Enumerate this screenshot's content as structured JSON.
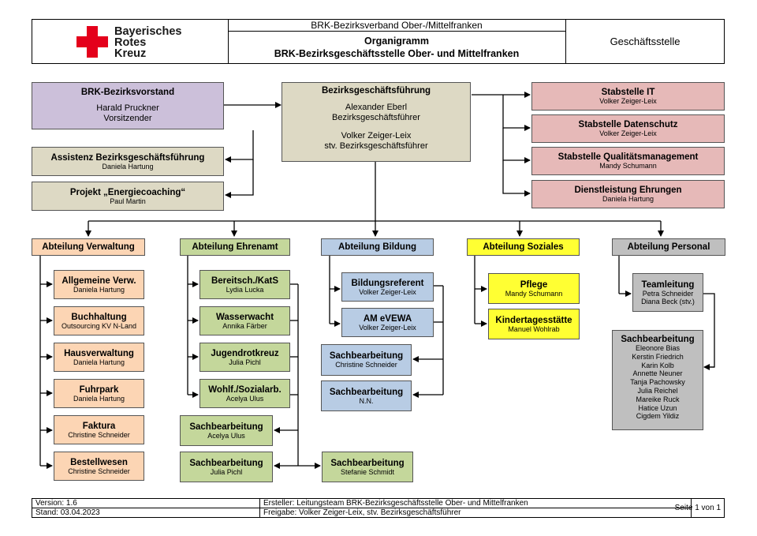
{
  "header": {
    "brand_line1": "Bayerisches",
    "brand_line2": "Rotes",
    "brand_line3": "Kreuz",
    "org": "BRK-Bezirksverband Ober-/Mittelfranken",
    "title1": "Organigramm",
    "title2": "BRK-Bezirksgeschäftsstelle Ober- und Mittelfranken",
    "right": "Geschäftsstelle"
  },
  "colors": {
    "logo_red": "#e4001b",
    "purple": "#ccc0da",
    "beige": "#ddd9c4",
    "red": "#e6b9b8",
    "orange": "#fcd5b4",
    "green": "#c4d79b",
    "blue": "#b8cce4",
    "yellow": "#ffff33",
    "gray": "#bfbfbf"
  },
  "top": {
    "vorstand": {
      "title": "BRK-Bezirksvorstand",
      "name": "Harald Pruckner",
      "role": "Vorsitzender"
    },
    "gf": {
      "title": "Bezirksgeschäftsführung",
      "name1": "Alexander Eberl",
      "role1": "Bezirksgeschäftsführer",
      "name2": "Volker Zeiger-Leix",
      "role2": "stv. Bezirksgeschäftsführer"
    },
    "assistenz": {
      "title": "Assistenz Bezirksgeschäftsführung",
      "name": "Daniela Hartung"
    },
    "projekt": {
      "title": "Projekt „Energiecoaching“",
      "name": "Paul Martin"
    },
    "stab_it": {
      "title": "Stabstelle IT",
      "name": "Volker Zeiger-Leix"
    },
    "stab_ds": {
      "title": "Stabstelle Datenschutz",
      "name": "Volker Zeiger-Leix"
    },
    "stab_qm": {
      "title": "Stabstelle Qualitätsmanagement",
      "name": "Mandy Schumann"
    },
    "ehrungen": {
      "title": "Dienstleistung Ehrungen",
      "name": "Daniela Hartung"
    }
  },
  "verwaltung": {
    "head": "Abteilung Verwaltung",
    "items": [
      {
        "title": "Allgemeine Verw.",
        "name": "Daniela Hartung"
      },
      {
        "title": "Buchhaltung",
        "name": "Outsourcing KV N-Land"
      },
      {
        "title": "Hausverwaltung",
        "name": "Daniela Hartung"
      },
      {
        "title": "Fuhrpark",
        "name": "Daniela Hartung"
      },
      {
        "title": "Faktura",
        "name": "Christine Schneider"
      },
      {
        "title": "Bestellwesen",
        "name": "Christine Schneider"
      }
    ]
  },
  "ehrenamt": {
    "head": "Abteilung Ehrenamt",
    "items": [
      {
        "title": "Bereitsch./KatS",
        "name": "Lydia Lucka"
      },
      {
        "title": "Wasserwacht",
        "name": "Annika Färber"
      },
      {
        "title": "Jugendrotkreuz",
        "name": "Julia Pichl"
      },
      {
        "title": "Wohlf./Sozialarb.",
        "name": "Acelya Ulus"
      }
    ],
    "sb": [
      {
        "title": "Sachbearbeitung",
        "name": "Acelya Ulus"
      },
      {
        "title": "Sachbearbeitung",
        "name": "Julia Pichl"
      },
      {
        "title": "Sachbearbeitung",
        "name": "Stefanie Schmidt"
      }
    ]
  },
  "bildung": {
    "head": "Abteilung Bildung",
    "items": [
      {
        "title": "Bildungsreferent",
        "name": "Volker Zeiger-Leix"
      },
      {
        "title": "AM eVEWA",
        "name": "Volker Zeiger-Leix"
      }
    ],
    "sb": [
      {
        "title": "Sachbearbeitung",
        "name": "Christine Schneider"
      },
      {
        "title": "Sachbearbeitung",
        "name": "N.N."
      }
    ]
  },
  "soziales": {
    "head": "Abteilung Soziales",
    "items": [
      {
        "title": "Pflege",
        "name": "Mandy Schumann"
      },
      {
        "title": "Kindertagesstätte",
        "name": "Manuel Wohlrab"
      }
    ]
  },
  "personal": {
    "head": "Abteilung Personal",
    "team": {
      "title": "Teamleitung",
      "name1": "Petra Schneider",
      "name2": "Diana Beck (stv.)"
    },
    "sb": {
      "title": "Sachbearbeitung",
      "names": [
        "Eleonore Bias",
        "Kerstin Friedrich",
        "Karin Kolb",
        "Annette Neuner",
        "Tanja Pachowsky",
        "Julia Reichel",
        "Mareike Ruck",
        "Hatice Uzun",
        "Cigdem Yildiz"
      ]
    }
  },
  "footer": {
    "version": "Version: 1.6",
    "stand": "Stand: 03.04.2023",
    "ersteller": "Ersteller: Leitungsteam BRK-Bezirksgeschäftsstelle Ober- und Mittelfranken",
    "freigabe": "Freigabe: Volker Zeiger-Leix, stv. Bezirksgeschäftsführer",
    "page": "Seite 1 von 1"
  }
}
